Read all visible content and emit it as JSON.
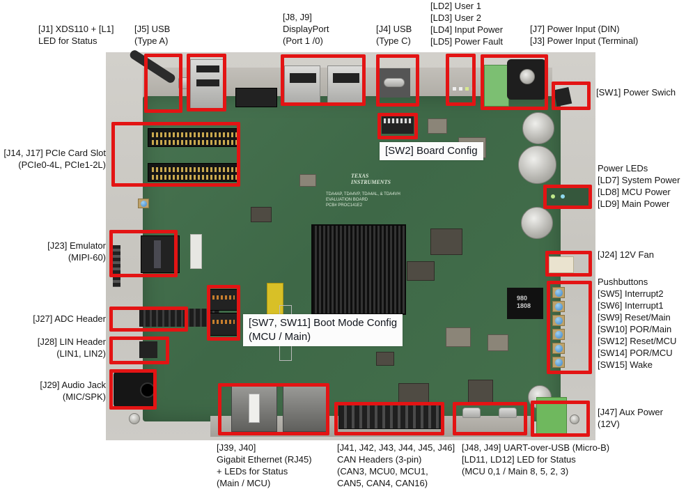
{
  "meta": {
    "figure_type": "annotated evaluation-board connector map",
    "annotation_color": "#e31414",
    "board_color": "#3e6847",
    "backdrop_color": "#c9c7c1"
  },
  "callouts": {
    "j1": "[J1] XDS110 + [L1]\nLED for Status",
    "j5": "[J5] USB\n(Type A)",
    "j8_j9": "[J8, J9]\nDisplayPort\n(Port 1 /0)",
    "j4": "[J4] USB\n(Type C)",
    "ld_user": "[LD2] User 1\n[LD3] User 2\n[LD4] Input Power\n[LD5] Power Fault",
    "power_input": "[J7] Power Input (DIN)\n[J3] Power Input (Terminal)",
    "sw1": "[SW1] Power Swich",
    "power_leds": "Power LEDs\n[LD7] System Power\n[LD8] MCU Power\n[LD9] Main Power",
    "j24": "[J24] 12V Fan",
    "pushbuttons": "Pushbuttons\n[SW5] Interrupt2\n[SW6] Interrupt1\n[SW9] Reset/Main\n[SW10] POR/Main\n[SW12] Reset/MCU\n[SW14] POR/MCU\n[SW15] Wake",
    "j47": "[J47] Aux Power\n(12V)",
    "pcie": "[J14, J17] PCIe Card Slot\n(PCIe0-4L, PCIe1-2L)",
    "j23": "[J23] Emulator\n(MIPI-60)",
    "j27": "[J27] ADC Header",
    "j28": "[J28] LIN Header\n(LIN1, LIN2)",
    "j29": "[J29] Audio Jack\n(MIC/SPK)",
    "ethernet": "[J39, J40]\nGigabit Ethernet (RJ45)\n+ LEDs for Status\n(Main / MCU)",
    "can": "[J41, J42, J43, J44, J45, J46]\nCAN Headers (3-pin)\n(CAN3, MCU0, MCU1,\nCAN5, CAN4, CAN16)",
    "uart": "[J48, J49] UART-over-USB (Micro-B)\n[LD11, LD12] LED for Status\n(MCU 0,1 / Main 8, 5, 2, 3)",
    "sw2_overlay": "[SW2] Board Config",
    "bootmode_overlay": "[SW7, SW11] Boot Mode Config\n(MCU / Main)"
  },
  "silkscreen": {
    "brand": "TEXAS\nINSTRUMENTS",
    "board_text": "TDA4AP, TDA4VP, TDA4AL, & TDA4VH\nEVALUATION BOARD\nPCB# PROC141E2",
    "inductor": "980\n1808"
  }
}
